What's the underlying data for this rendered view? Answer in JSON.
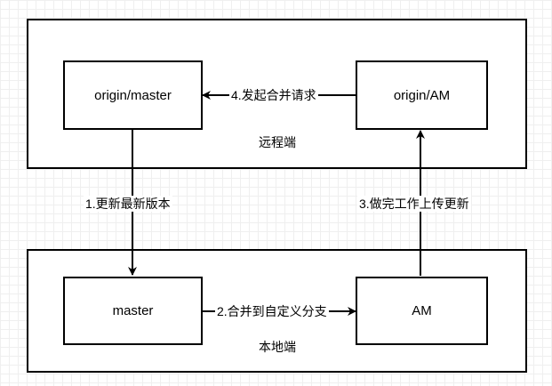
{
  "containers": {
    "remote": {
      "label": "远程端"
    },
    "local": {
      "label": "本地端"
    }
  },
  "nodes": {
    "origin_master": "origin/master",
    "origin_am": "origin/AM",
    "master": "master",
    "am": "AM"
  },
  "edges": {
    "step1": "1.更新最新版本",
    "step2": "2.合并到自定义分支",
    "step3": "3.做完工作上传更新",
    "step4": "4.发起合并请求"
  }
}
